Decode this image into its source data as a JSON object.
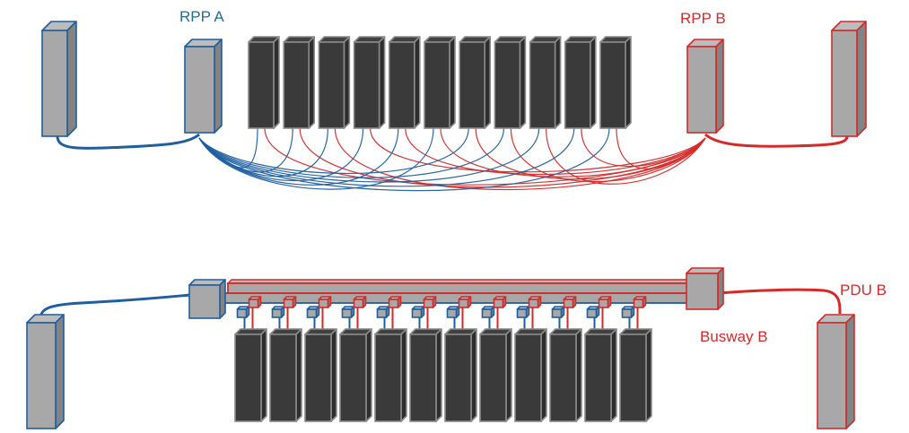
{
  "labels": {
    "rpp_a": "RPP A",
    "rpp_b": "RPP B",
    "pdu_b": "PDU B",
    "busway_b": "Busway B"
  },
  "colors": {
    "side_a": "#1f5fa0",
    "side_b": "#d42a2a",
    "unit_fill": "#a8a8a8",
    "rack_fill": "#3a3a3a",
    "background": "#ffffff"
  },
  "top_section": {
    "rack_count": 11
  },
  "bottom_section": {
    "rack_count": 12,
    "tap_count": 12
  }
}
